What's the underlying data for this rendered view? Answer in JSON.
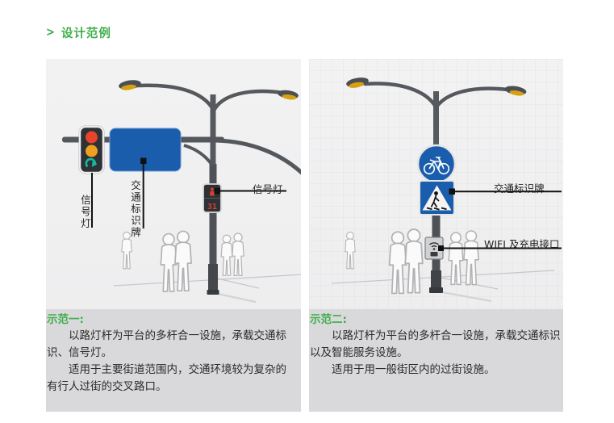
{
  "page": {
    "bullet": ">",
    "title": "设计范例"
  },
  "colors": {
    "accent_green": "#3fae49",
    "sign_blue": "#1a5dad",
    "illustration_bg": "#f0f0f1",
    "caption_bg": "#d9d9db",
    "annotation_line": "#111111",
    "lamp_yellow": "#d7a00f",
    "signal_red": "#e8432b",
    "signal_amber": "#efa01e",
    "signal_green": "#14b9a0"
  },
  "panel1": {
    "labels": {
      "signal_light_left": "信号灯",
      "traffic_sign": "交通标识牌",
      "signal_light_right": "信号灯"
    },
    "countdown": "31",
    "caption": {
      "heading": "示范一:",
      "para1": "以路灯杆为平台的多杆合一设施，承载交通标识、信号灯。",
      "para2": "适用于主要街道范围内，交通环境较为复杂的有行人过街的交叉路口。"
    }
  },
  "panel2": {
    "labels": {
      "traffic_sign": "交通标识牌",
      "wifi": "WIFI 及充电接口"
    },
    "caption": {
      "heading": "示范二:",
      "para1": "以路灯杆为平台的多杆合一设施，承载交通标识以及智能服务设施。",
      "para2": "适用于用一般街区内的过街设施。"
    }
  }
}
